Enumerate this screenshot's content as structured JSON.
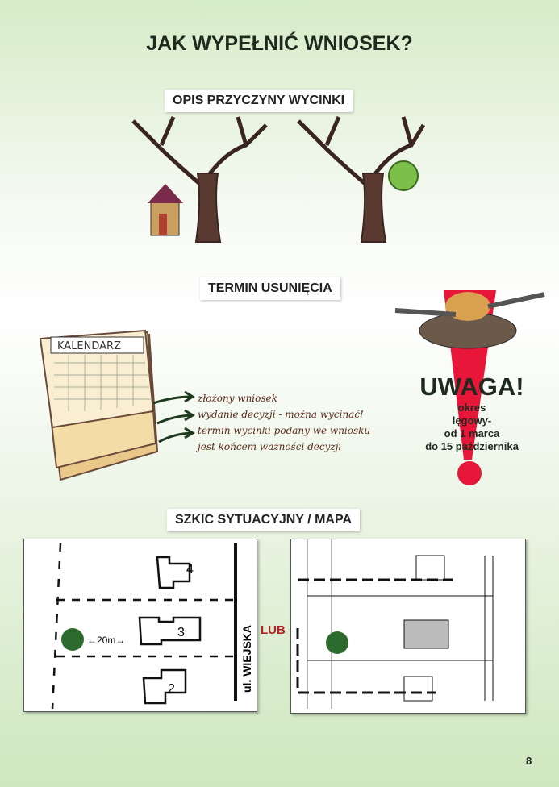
{
  "title": "JAK WYPEŁNIĆ WNIOSEK?",
  "sections": {
    "reason": "OPIS PRZYCZYNY WYCINKI",
    "deadline": "TERMIN USUNIĘCIA",
    "sketch": "SZKIC SYTUACYJNY / MAPA"
  },
  "calendar": {
    "title": "KALENDARZ"
  },
  "steps": [
    "złożony wniosek",
    "wydanie decyzji - można wycinać!",
    "termin wycinki podany we wniosku",
    "jest końcem ważności decyzji"
  ],
  "warning": {
    "title": "UWAGA!",
    "lines": [
      "okres",
      "lęgowy-",
      "od 1 marca",
      "do 15 października"
    ],
    "color": "#e8173a"
  },
  "sketch_map": {
    "street": "ul. WIEJSKA",
    "distance": "←20m→",
    "houses": [
      "4",
      "3",
      "2"
    ]
  },
  "or_label": "LUB",
  "page_number": "8"
}
